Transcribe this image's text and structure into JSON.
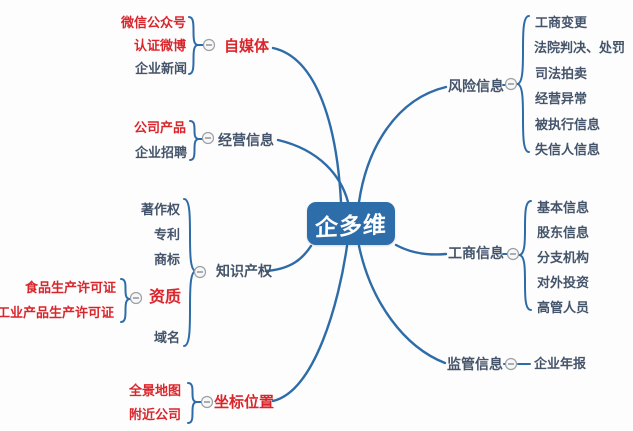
{
  "center": {
    "label": "企多维"
  },
  "left_branches": [
    {
      "label": "自媒体",
      "children": [
        {
          "label": "微信公众号"
        },
        {
          "label": "认证微博"
        },
        {
          "label": "企业新闻"
        }
      ]
    },
    {
      "label": "经营信息",
      "children": [
        {
          "label": "公司产品"
        },
        {
          "label": "企业招聘"
        }
      ]
    },
    {
      "label": "知识产权",
      "children": [
        {
          "label": "著作权"
        },
        {
          "label": "专利"
        },
        {
          "label": "商标"
        },
        {
          "label": "资质",
          "children": [
            {
              "label": "食品生产许可证"
            },
            {
              "label": "工业产品生产许可证"
            }
          ]
        },
        {
          "label": "域名"
        }
      ]
    },
    {
      "label": "坐标位置",
      "children": [
        {
          "label": "全景地图"
        },
        {
          "label": "附近公司"
        }
      ]
    }
  ],
  "right_branches": [
    {
      "label": "风险信息",
      "children": [
        {
          "label": "工商变更"
        },
        {
          "label": "法院判决、处罚"
        },
        {
          "label": "司法拍卖"
        },
        {
          "label": "经营异常"
        },
        {
          "label": "被执行信息"
        },
        {
          "label": "失信人信息"
        }
      ]
    },
    {
      "label": "工商信息",
      "children": [
        {
          "label": "基本信息"
        },
        {
          "label": "股东信息"
        },
        {
          "label": "分支机构"
        },
        {
          "label": "对外投资"
        },
        {
          "label": "高管人员"
        }
      ]
    },
    {
      "label": "监管信息",
      "children": [
        {
          "label": "企业年报"
        }
      ]
    }
  ],
  "icons": {
    "collapse_glyph": "−",
    "collapse_name": "collapse-node-icon"
  },
  "colors": {
    "line_blue": "#2e6ca8",
    "node_blue": "#2d6eaa",
    "text_dark": "#44546a",
    "text_red": "#d9262c",
    "center_text": "#ffffff"
  }
}
